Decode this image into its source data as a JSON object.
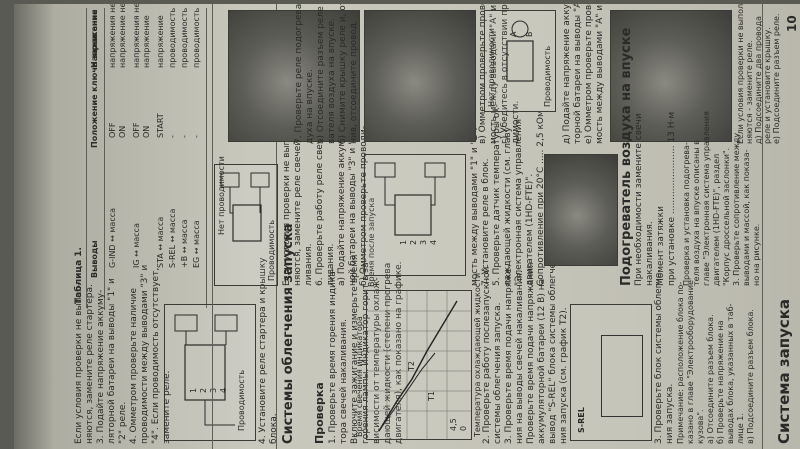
{
  "page": {
    "page_number": "10",
    "header_title": "Система запуска"
  },
  "table1": {
    "caption": "Таблица 1.",
    "col_headers": [
      "Выводы",
      "Положение ключа зажигания",
      "Напряжение"
    ],
    "rows": [
      [
        "G-IND ↔ масса",
        "OFF",
        "напряжения нет"
      ],
      [
        "",
        "ON",
        "напряжение нет"
      ],
      [
        "IG ↔ масса",
        "OFF",
        "напряжения нет"
      ],
      [
        "",
        "ON",
        "напряжение"
      ],
      [
        "STA ↔ масса",
        "START",
        "напряжение"
      ],
      [
        "S-REL ↔ масса",
        "-",
        "проводимость"
      ],
      [
        "+B ↔ масса",
        "-",
        "проводимость"
      ],
      [
        "EG ↔ масса",
        "-",
        "проводимость"
      ]
    ]
  },
  "col1": {
    "lines": [
      "Если условия проверки не выпол-",
      "няются, замените реле стартера.",
      "3. Подайте напряжение аккуму-",
      "ляторной батареи на выводы \"1\" и",
      "\"2\" реле.",
      "4. Омметром проверьте наличие",
      "проводимости между выводами \"3\" и",
      "\"4\". Если проводимость отсутствует,",
      "замените реле.",
      "4. Установите реле стартера и крышку",
      "блока."
    ],
    "diagram_labels": [
      "Проводимость",
      "1",
      "2",
      "3",
      "4"
    ]
  },
  "col2": {
    "section_title": "Системы облегчения запуска",
    "sub_title": "Проверка",
    "lines": [
      "1. Проверьте время горения индика-",
      "тора свечей накаливания.",
      "Включите зажигание и измерьте время",
      "горения лампы. Индикатор горит в за-",
      "висимости от температуры охлаж-",
      "дающей жидкости (степени прогрева",
      "двигателя), как показано на графике."
    ],
    "chart": {
      "title": "Время после запуска",
      "ylabel": "Время свечения индикатора",
      "xlabel": "Температура охлаждающей жидкости",
      "ticks": [
        "4,5",
        "0"
      ],
      "series_labels": [
        "T2",
        "T1"
      ]
    },
    "lines2": [
      "2. Проверьте работу послезапускной",
      "системы облегчения запуска.",
      "3. Проверьте время подачи напряже-",
      "ния на выводы свечей накаливания.",
      "Проверьте время подачи напряжения",
      "аккумуляторной батареи (12 В) на",
      "вывод \"S-REL\" блока системы облегче-",
      "ния запуска (см. график T2)."
    ]
  },
  "col3": {
    "lines": [
      "Если условия проверки не выпол-",
      "няются, замените реле свечей нака-",
      "ливания.",
      "6. Проверьте работу реле свечей нака-",
      "ливания.",
      "а) Подайте напряжение аккумулятор-",
      "ной батареи на выводы \"3\" и \"4\".",
      "б) Омметром проверьте проводи-",
      "мость между выводами \"1\" и \"2\".",
      "7. Установите реле в блок.",
      "5. Проверьте датчик температуры ох-",
      "лаждающей жидкости (см. главу",
      "\"Электронная система управления",
      "двигателем (1HD-FTE)\".",
      "Сопротивление при 20°С ..... 2,5 кОм"
    ],
    "diagram_labels": [
      "Проводимость",
      "Нет проводимости",
      "1",
      "2",
      "3",
      "4"
    ]
  },
  "col4": {
    "lines": [
      "7. Проверьте реле подогревателя воз-",
      "духа на впуске.",
      "а) Отсоедините разъем реле подогре-",
      "вателя воздуха на впуске.",
      "б) Снимите крышку реле и, отсоеди-",
      "нив, отсоедините провод.",
      "в) Омметром проверьте проводи-",
      "мость между выводами \"А\" и \"B\".",
      "г) Убедитесь в отсутствии прово-",
      "димости."
    ],
    "diagram_labels": [
      "Проводимость",
      "Нет проводимости",
      "A",
      "B"
    ]
  },
  "col5": {
    "lines": [
      "д) Подайте напряжение аккумуля-",
      "торной батареи на выводы \"А\" и \"B\".",
      "е) Омметром проверьте проводи-",
      "мость между выводами \"A\" и \"B\"."
    ],
    "section_title": "Подогреватель воздуха на впуске",
    "lines2": [
      "При необходимости замените свечи",
      "накаливания.",
      "Момент затяжки",
      "при установке ........................ 13 Н·м"
    ],
    "lines3": [
      "Проверка и установка подогрева-",
      "теля воздуха на впуске описаны в",
      "главе \"Электронная система управления",
      "двигателем (1HD-FTE)\", раздел",
      "\"Корпус дроссельной заслонки\".",
      "3. Проверьте сопротивление между",
      "выводами и массой, как показа-",
      "но на рисунке."
    ]
  },
  "col6": {
    "lines": [
      "Если условия проверки не выпол-",
      "няются - замените реле.",
      "д) Подсоедините два провода",
      "реле и установите крышку.",
      "е) Подсоедините разъем реле."
    ]
  },
  "bottom_lines": [
    "3. Проверьте блок системы облегче-",
    "ния запуска.",
    "Примечание: расположение блока по-",
    "казано в главе \"Электрооборудование",
    "кузова\".",
    "а) Отсоедините разъем блока.",
    "б) Проверьте напряжение на",
    "выводах блока, указанных в таб-",
    "лице 1.",
    "в) Подсоедините разъем блока.",
    "4. Проверьте свечи накаливания.",
    "Проверьте проводимость свечей",
    "накаливания.",
    "Если условия проверки не выпол-",
    "няются, замените свечи.",
    "а) Проверьте проводимость между",
    "выводами \"3\" и \"4\"."
  ],
  "s_rel_label": "S-REL"
}
